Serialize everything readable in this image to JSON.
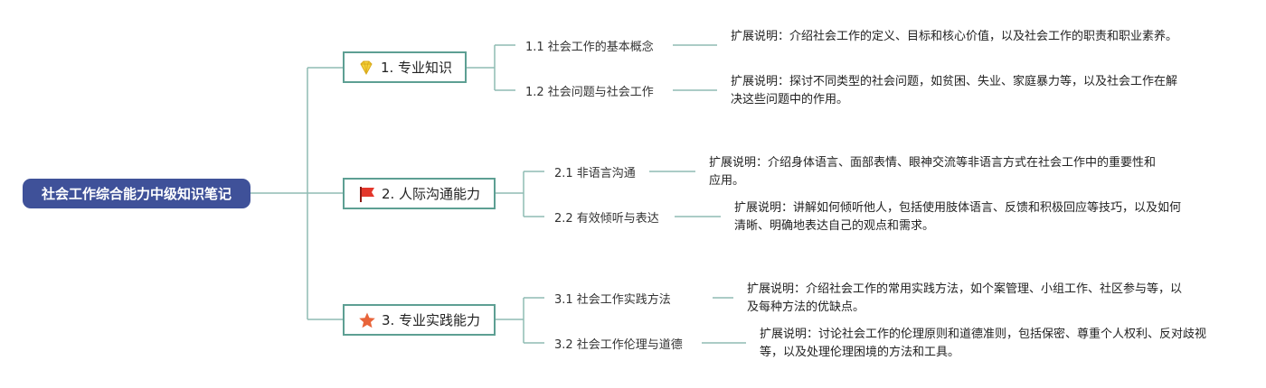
{
  "root": {
    "label": "社会工作综合能力中级知识笔记"
  },
  "colors": {
    "root_fill": "#3f5199",
    "branch_border": "#5d9f93",
    "connector": "#8fbcb3",
    "gem": "#f5d23a",
    "flag": "#e3362b",
    "star": "#e8643a"
  },
  "branches": [
    {
      "label": "1. 专业知识",
      "icon": "gem-icon",
      "children": [
        {
          "label": "1.1 社会工作的基本概念",
          "description": "扩展说明：介绍社会工作的定义、目标和核心价值，以及社会工作的职责和职业素养。"
        },
        {
          "label": "1.2 社会问题与社会工作",
          "description": "扩展说明：探讨不同类型的社会问题，如贫困、失业、家庭暴力等，以及社会工作在解决这些问题中的作用。"
        }
      ]
    },
    {
      "label": "2. 人际沟通能力",
      "icon": "red-flag-icon",
      "children": [
        {
          "label": "2.1 非语言沟通",
          "description": "扩展说明：介绍身体语言、面部表情、眼神交流等非语言方式在社会工作中的重要性和应用。"
        },
        {
          "label": "2.2 有效倾听与表达",
          "description": "扩展说明：讲解如何倾听他人，包括使用肢体语言、反馈和积极回应等技巧，以及如何清晰、明确地表达自己的观点和需求。"
        }
      ]
    },
    {
      "label": "3. 专业实践能力",
      "icon": "star-icon",
      "children": [
        {
          "label": "3.1 社会工作实践方法",
          "description": "扩展说明：介绍社会工作的常用实践方法，如个案管理、小组工作、社区参与等，以及每种方法的优缺点。"
        },
        {
          "label": "3.2 社会工作伦理与道德",
          "description": "扩展说明：讨论社会工作的伦理原则和道德准则，包括保密、尊重个人权利、反对歧视等，以及处理伦理困境的方法和工具。"
        }
      ]
    }
  ]
}
